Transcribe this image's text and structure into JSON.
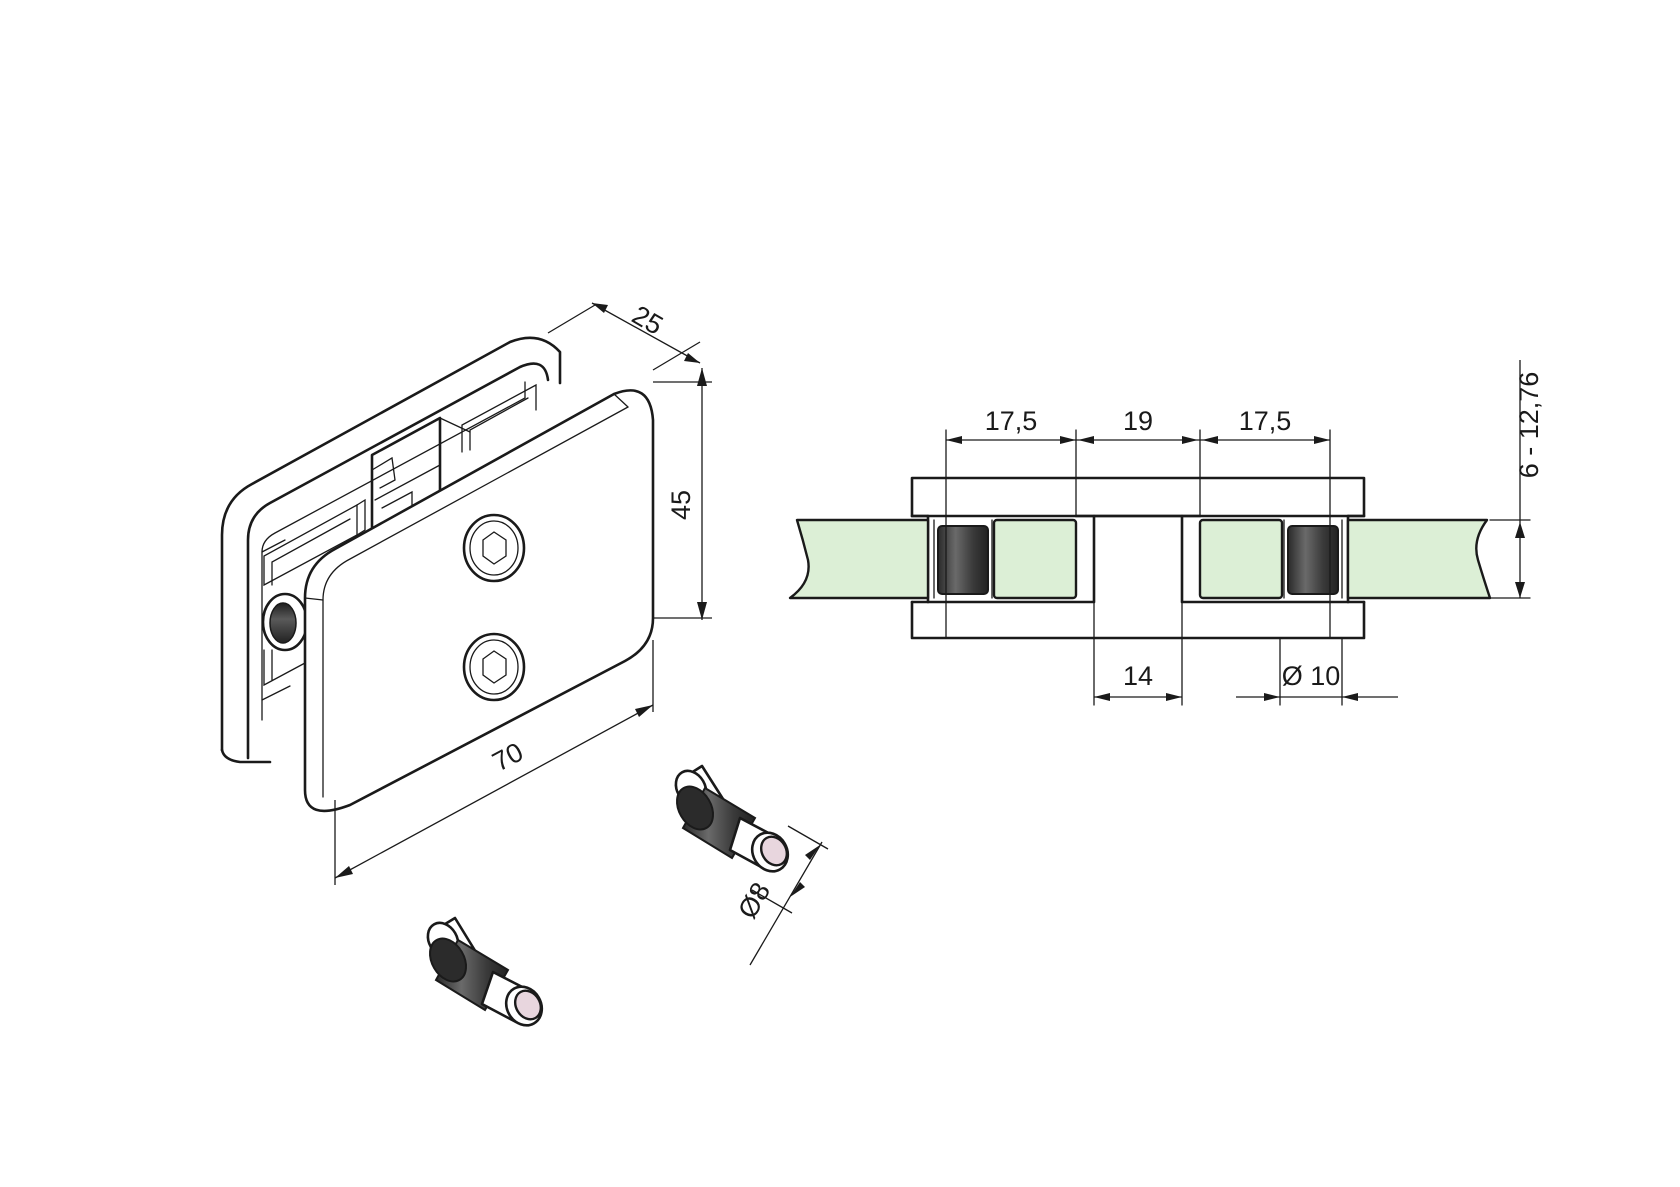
{
  "iso_view": {
    "dim_depth": "25",
    "dim_height": "45",
    "dim_length": "70",
    "dim_pin_diameter": "Ø8"
  },
  "section_view": {
    "dim_left": "17,5",
    "dim_center": "19",
    "dim_right": "17,5",
    "dim_glass": "6 - 12,76",
    "dim_gap": "14",
    "dim_pin": "Ø 10"
  },
  "colors": {
    "glass": "#dcefd6",
    "rubber": "#3d3d3d",
    "pin_end": "#e8d6de",
    "line": "#1a1a1a"
  }
}
